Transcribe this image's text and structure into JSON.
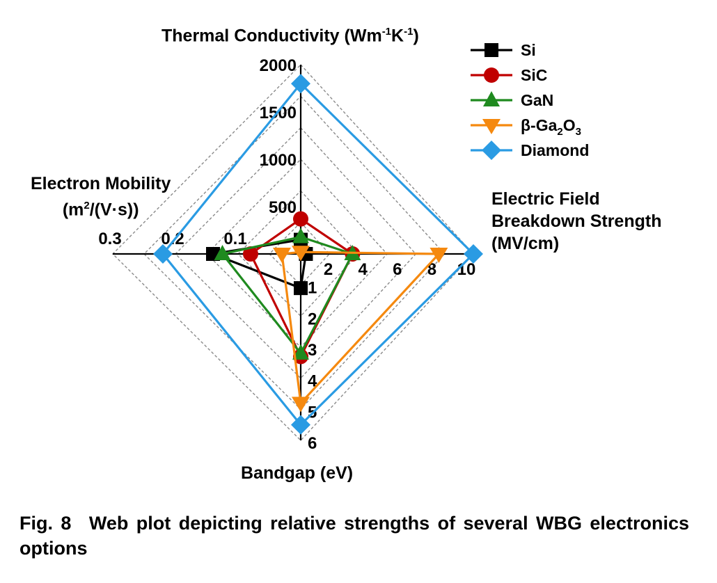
{
  "chart_data": {
    "type": "radar",
    "axes": [
      {
        "key": "thermal",
        "direction": "top",
        "label": "Thermal Conductivity (Wm",
        "label_sup1": "-1",
        "label_mid": "K",
        "label_sup2": "-1",
        "label_end": ")",
        "max": 2000,
        "ticks": [
          "500",
          "1000",
          "1500",
          "2000"
        ],
        "tick_values": [
          500,
          1000,
          1500,
          2000
        ]
      },
      {
        "key": "field",
        "direction": "right",
        "label_line1": "Electric Field",
        "label_line2": "Breakdown Strength",
        "label_line3": "(MV/cm)",
        "max": 10,
        "ticks": [
          "2",
          "4",
          "6",
          "8",
          "10"
        ],
        "tick_values": [
          2,
          4,
          6,
          8,
          10
        ]
      },
      {
        "key": "bandgap",
        "direction": "bottom",
        "label": "Bandgap (eV)",
        "max": 6,
        "ticks": [
          "1",
          "2",
          "3",
          "4",
          "5",
          "6"
        ],
        "tick_values": [
          1,
          2,
          3,
          4,
          5,
          6
        ]
      },
      {
        "key": "mobility",
        "direction": "left",
        "label_line1": "Electron Mobility",
        "label_line2a": "(m",
        "label_line2sup": "2",
        "label_line2b": "/(V·s))",
        "max": 0.3,
        "ticks": [
          "0.1",
          "0.2",
          "0.3"
        ],
        "tick_values": [
          0.1,
          0.2,
          0.3
        ]
      }
    ],
    "grid": true,
    "legend_position": "top-right",
    "series": [
      {
        "name": "Si",
        "color": "#000000",
        "marker": "square",
        "values": {
          "thermal": 150,
          "field": 0.3,
          "bandgap": 1.1,
          "mobility": 0.14
        }
      },
      {
        "name": "SiC",
        "color": "#c00000",
        "marker": "circle",
        "values": {
          "thermal": 370,
          "field": 3,
          "bandgap": 3.3,
          "mobility": 0.08
        }
      },
      {
        "name": "GaN",
        "color": "#1f8a1f",
        "marker": "triangle-up",
        "values": {
          "thermal": 180,
          "field": 3,
          "bandgap": 3.2,
          "mobility": 0.125
        }
      },
      {
        "name": "β-Ga",
        "name_sub1": "2",
        "name_mid": "O",
        "name_sub2": "3",
        "color": "#f5890f",
        "marker": "triangle-down",
        "values": {
          "thermal": 20,
          "field": 8,
          "bandgap": 4.8,
          "mobility": 0.03
        }
      },
      {
        "name": "Diamond",
        "color": "#2a9be3",
        "marker": "diamond",
        "values": {
          "thermal": 1800,
          "field": 10,
          "bandgap": 5.5,
          "mobility": 0.22
        }
      }
    ]
  },
  "caption": {
    "fig_label": "Fig. 8",
    "text": "Web plot depicting relative strengths of several WBG electronics options"
  }
}
